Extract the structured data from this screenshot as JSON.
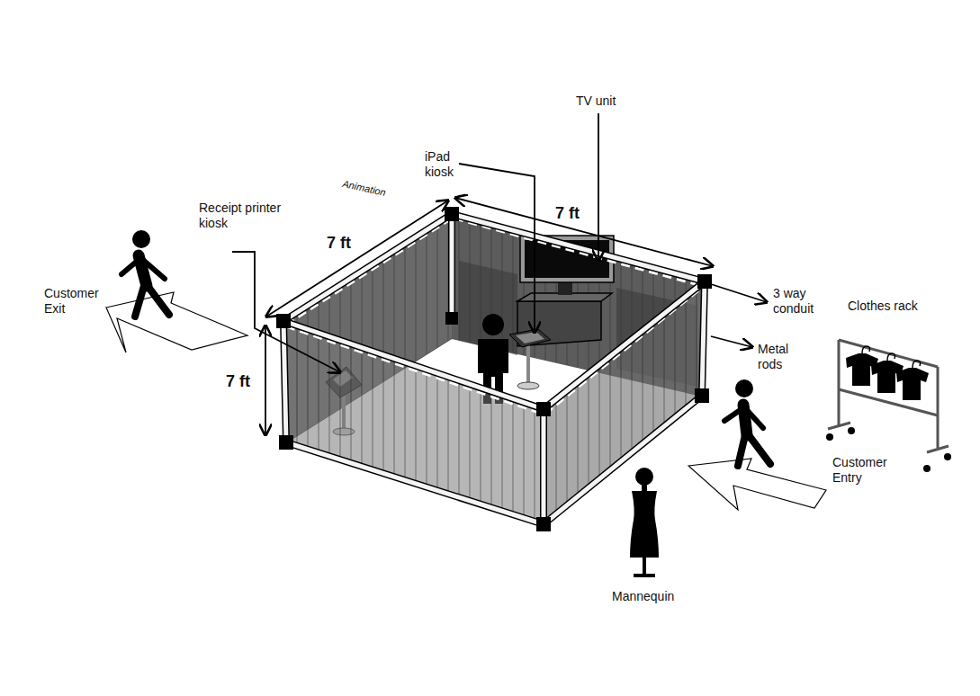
{
  "diagram": {
    "labels": [
      "TV unit",
      "iPad kiosk",
      "Animation",
      "Receipt printer kiosk",
      "7 ft",
      "7 ft",
      "7 ft",
      "Customer Exit",
      "3 way conduit",
      "Metal rods",
      "Clothes rack",
      "Customer Entry",
      "Mannequin"
    ]
  }
}
